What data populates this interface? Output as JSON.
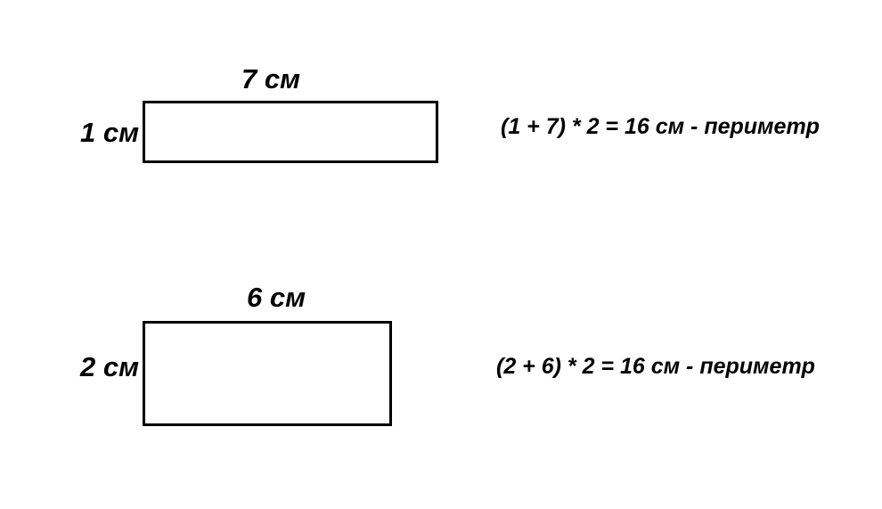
{
  "colors": {
    "background": "#ffffff",
    "stroke": "#000000",
    "text": "#000000"
  },
  "figures": [
    {
      "name": "rectangle-1",
      "width_label": "7 см",
      "height_label": "1 см",
      "width_cm": 7,
      "height_cm": 1,
      "formula": "(1 + 7) * 2 = 16 см - периметр",
      "perimeter_cm": 16
    },
    {
      "name": "rectangle-2",
      "width_label": "6 см",
      "height_label": "2 см",
      "width_cm": 6,
      "height_cm": 2,
      "formula": "(2 + 6) * 2 = 16 см - периметр",
      "perimeter_cm": 16
    }
  ]
}
